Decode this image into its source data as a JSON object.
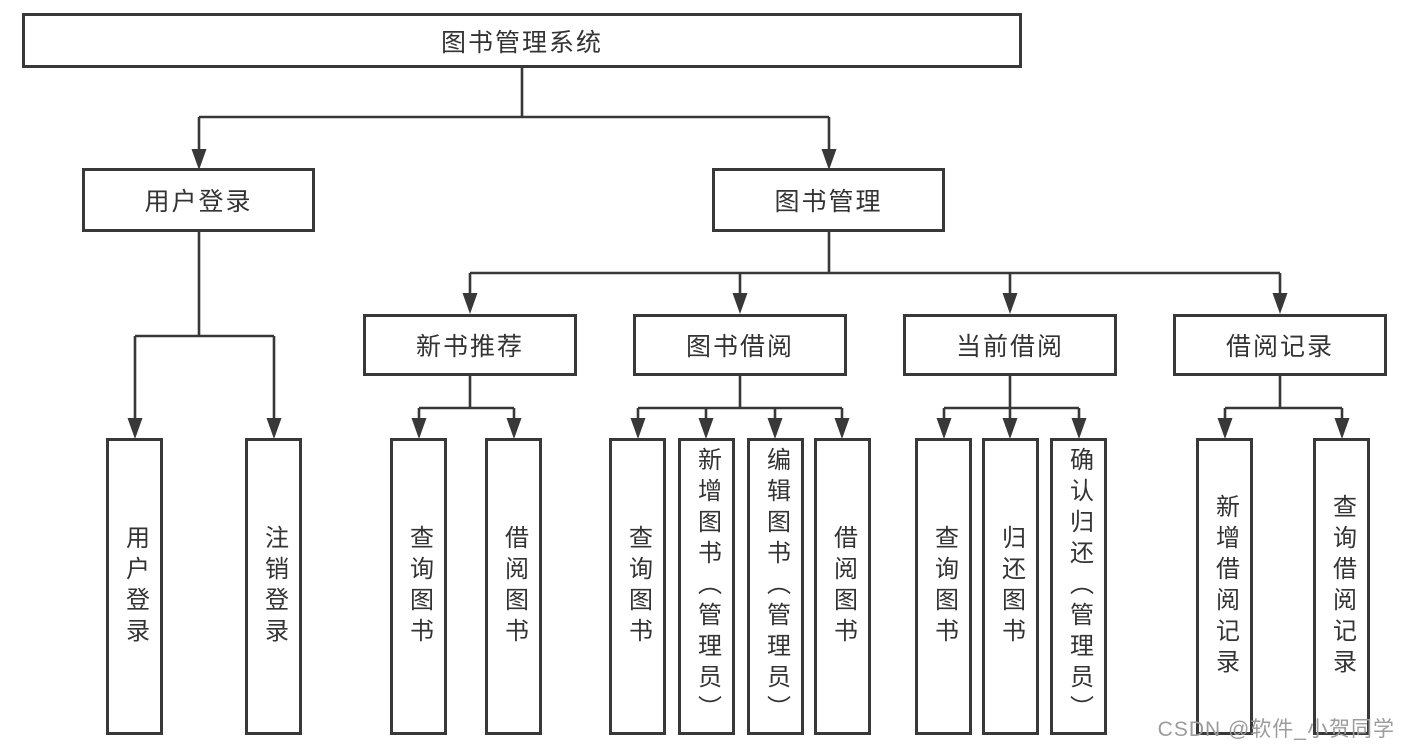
{
  "diagram": {
    "root": {
      "label": "图书管理系统"
    },
    "level2": [
      {
        "label": "用户登录"
      },
      {
        "label": "图书管理"
      }
    ],
    "level3": [
      {
        "label": "新书推荐"
      },
      {
        "label": "图书借阅"
      },
      {
        "label": "当前借阅"
      },
      {
        "label": "借阅记录"
      }
    ],
    "leaves": [
      {
        "label": "用户登录"
      },
      {
        "label": "注销登录"
      },
      {
        "label": "查询图书"
      },
      {
        "label": "借阅图书"
      },
      {
        "label": "查询图书"
      },
      {
        "label": "新增图书（管理员）"
      },
      {
        "label": "编辑图书（管理员）"
      },
      {
        "label": "借阅图书"
      },
      {
        "label": "查询图书"
      },
      {
        "label": "归还图书"
      },
      {
        "label": "确认归还（管理员）"
      },
      {
        "label": "新增借阅记录"
      },
      {
        "label": "查询借阅记录"
      }
    ],
    "colors": {
      "line": "#383838",
      "text": "#333333",
      "watermark": "#9c9c9c",
      "background": "#ffffff"
    }
  },
  "watermark": {
    "text": "CSDN @软件_小贺同学"
  }
}
